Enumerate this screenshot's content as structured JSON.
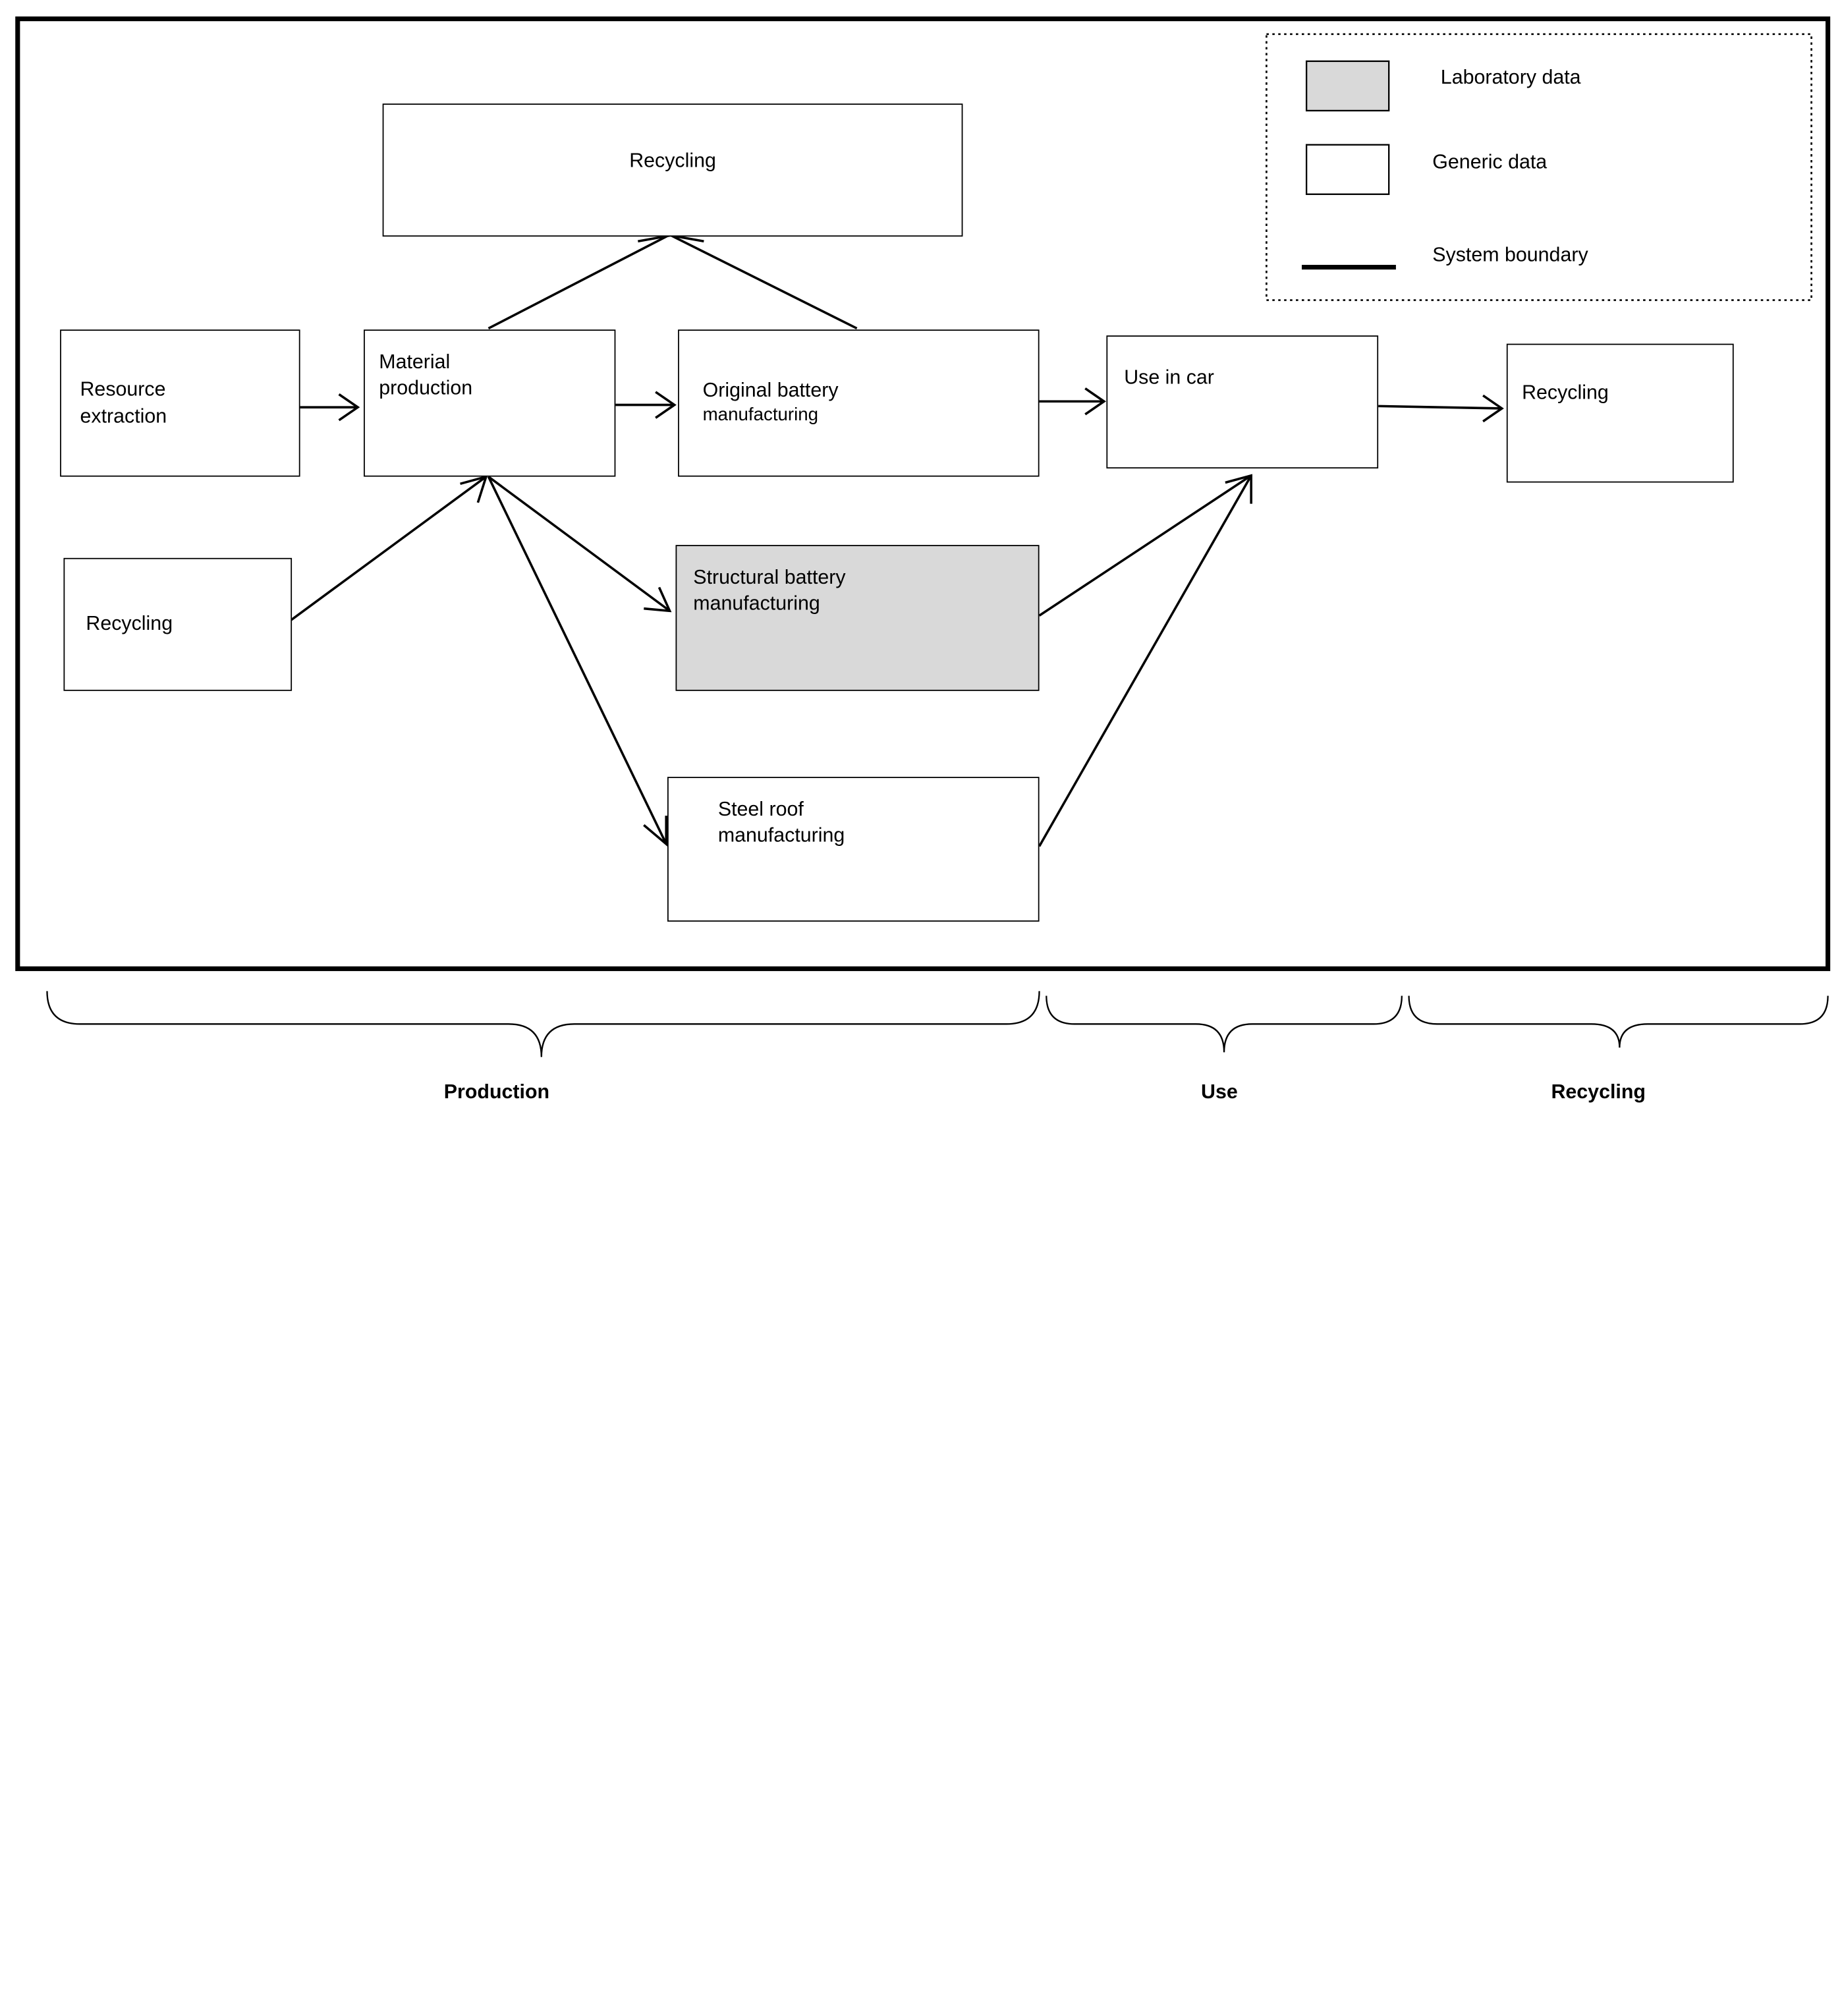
{
  "legend": {
    "laboratory_label": "Laboratory data",
    "generic_label": "Generic data",
    "boundary_label": "System boundary",
    "laboratory_color": "#d9d9d9",
    "generic_color": "#ffffff"
  },
  "nodes": {
    "recycling_top": "Recycling",
    "resource_extraction": [
      "Resource",
      "extraction"
    ],
    "material_production": [
      "Material",
      "production"
    ],
    "original_battery": [
      "Original battery",
      "manufacturing"
    ],
    "use_in_car": "Use in car",
    "recycling_right": "Recycling",
    "recycling_left": "Recycling",
    "structural_battery": [
      "Structural battery",
      "manufacturing"
    ],
    "steel_roof": [
      "Steel roof",
      "manufacturing"
    ]
  },
  "phases": {
    "production": "Production",
    "use": "Use",
    "recycling": "Recycling"
  }
}
